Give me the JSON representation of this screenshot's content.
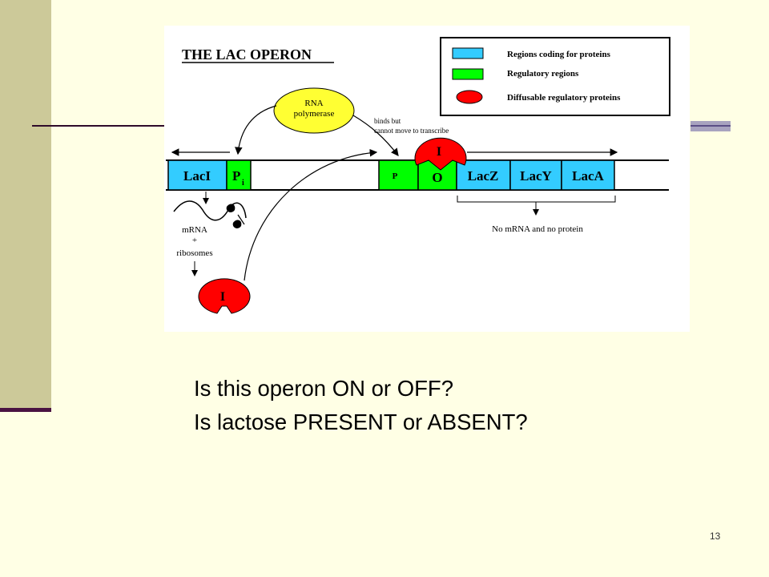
{
  "slide": {
    "number": "13",
    "questions": [
      "Is this operon ON or OFF?",
      "Is lactose PRESENT or ABSENT?"
    ]
  },
  "diagram": {
    "title": "THE LAC OPERON",
    "legend": [
      {
        "label": "Regions coding for proteins",
        "color": "#33CCFF",
        "shape": "rect"
      },
      {
        "label": "Regulatory regions",
        "color": "#00FF00",
        "shape": "rect"
      },
      {
        "label": "Diffusable regulatory proteins",
        "color": "#FF0000",
        "shape": "ellipse"
      }
    ],
    "rna_polymerase": {
      "line1": "RNA",
      "line2": "polymerase",
      "color": "#FFFF33"
    },
    "binds_note": {
      "line1": "binds but",
      "line2": "cannot move to transcribe"
    },
    "genes": {
      "laci": "LacI",
      "pi_main": "P",
      "pi_sub": "i",
      "p": "P",
      "o": "O",
      "lacz": "LacZ",
      "lacy": "LacY",
      "laca": "LacA"
    },
    "repressor_label": "I",
    "mrna_label": "mRNA",
    "plus_sign": "+",
    "ribosomes_label": "ribosomes",
    "no_mrna_label": "No mRNA and no protein"
  }
}
